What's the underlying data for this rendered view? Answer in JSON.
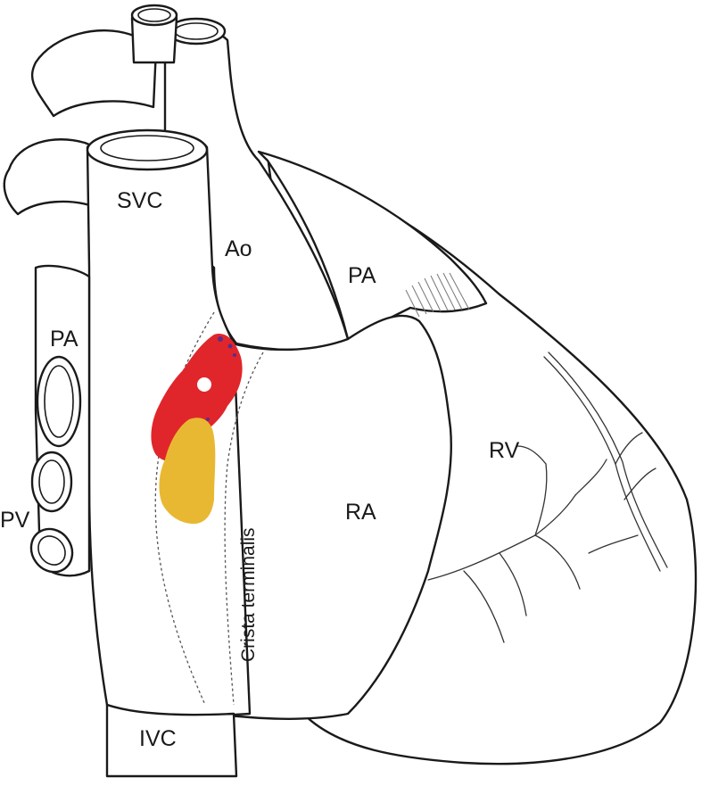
{
  "labels": {
    "svc": "SVC",
    "ao": "Ao",
    "pa_main": "PA",
    "pa_left": "PA",
    "pv": "PV",
    "rv": "RV",
    "ra": "RA",
    "ivc": "IVC",
    "crista": "Crista terminalis"
  },
  "colors": {
    "map_red": "#e0262a",
    "map_yellow": "#e9b832",
    "map_purple": "#5a2d8c",
    "line": "#1a1a1a"
  }
}
